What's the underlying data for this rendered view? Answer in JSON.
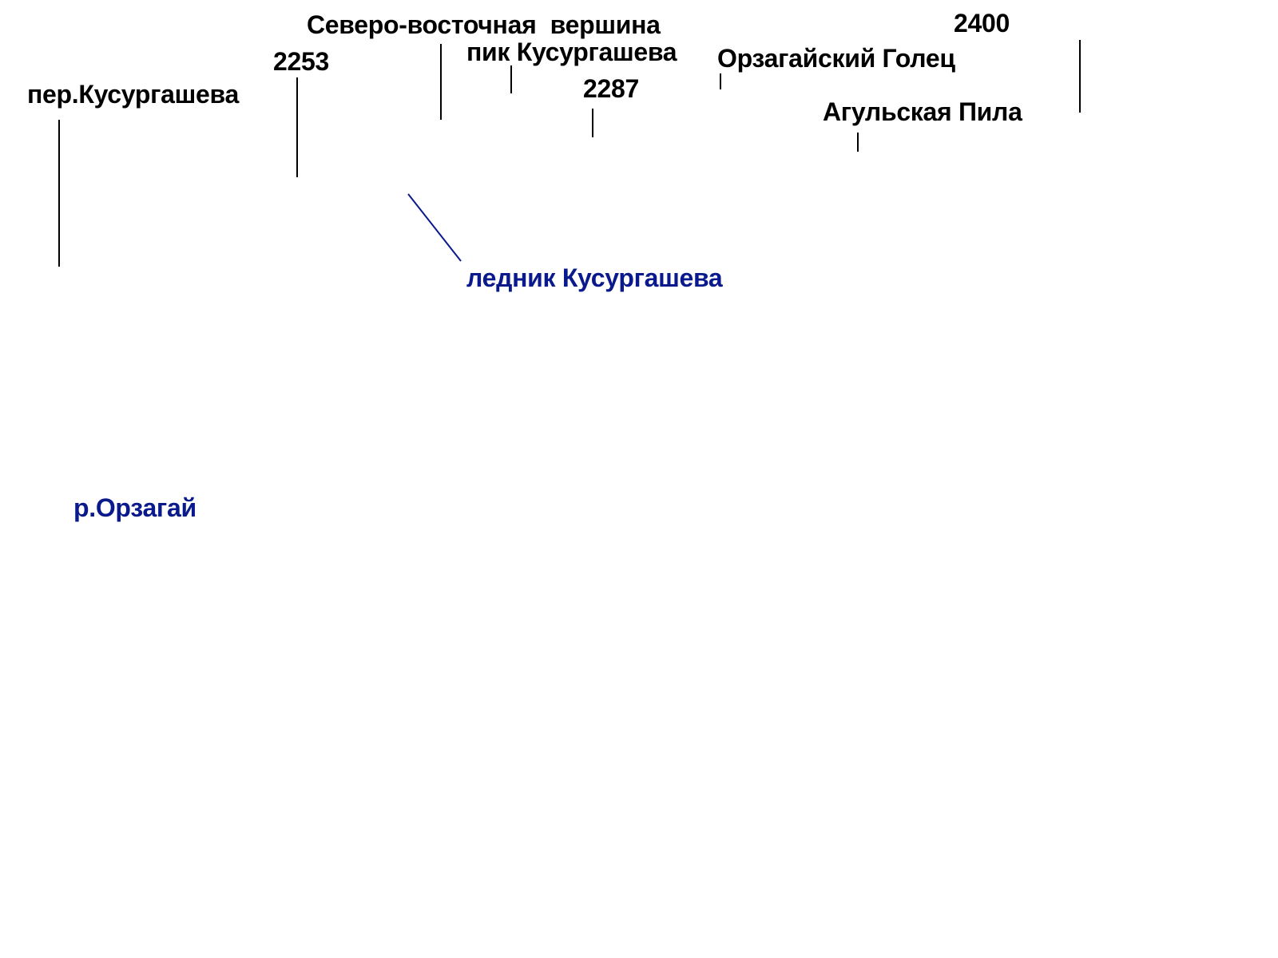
{
  "labels": {
    "pass_kusurgasheva": "пер.Кусургашева",
    "elev_2253": "2253",
    "ne_summit": "Северо-восточная  вершина",
    "peak_kusurgasheva": "пик Кусургашева",
    "elev_2287": "2287",
    "orzagai_golets": "Орзагайский Голец",
    "elev_2400": "2400",
    "agulskaya_pila": "Агульская Пила",
    "glacier_kusurgasheva": "ледник Кусургашева",
    "river_orzagai": "р.Орзагай"
  },
  "colors": {
    "peak_text": "#000000",
    "water_text": "#0a1a8c",
    "leader_line": "#000000",
    "glacier_leader": "#0a1a8c"
  }
}
